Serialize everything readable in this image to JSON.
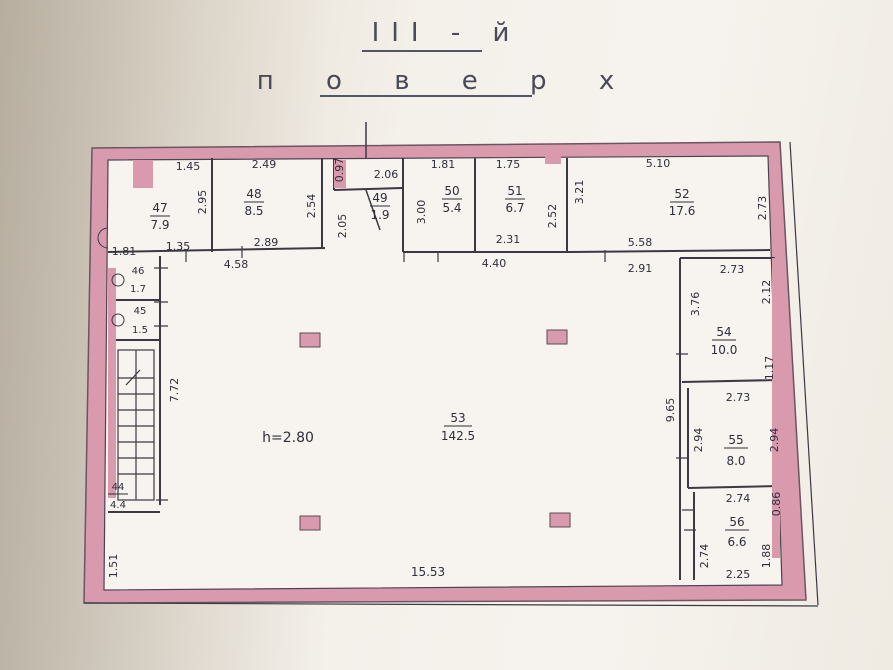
{
  "title": {
    "line1": "ІІІ - й",
    "line2": "п о в е р х"
  },
  "ceiling_height": "h=2.80",
  "rooms": [
    {
      "id": "room-47",
      "number": "47",
      "area": "7.9"
    },
    {
      "id": "room-48",
      "number": "48",
      "area": "8.5"
    },
    {
      "id": "room-49",
      "number": "49",
      "area": "1.9"
    },
    {
      "id": "room-50",
      "number": "50",
      "area": "5.4"
    },
    {
      "id": "room-51",
      "number": "51",
      "area": "6.7"
    },
    {
      "id": "room-52",
      "number": "52",
      "area": "17.6"
    },
    {
      "id": "room-53",
      "number": "53",
      "area": "142.5"
    },
    {
      "id": "room-54",
      "number": "54",
      "area": "10.0"
    },
    {
      "id": "room-55",
      "number": "55",
      "area": "8.0"
    },
    {
      "id": "room-56",
      "number": "56",
      "area": "6.6"
    },
    {
      "id": "room-46",
      "number": "46",
      "area": "1.7"
    },
    {
      "id": "room-45",
      "number": "45",
      "area": "1.5"
    },
    {
      "id": "room-44",
      "number": "44",
      "area": "4.4"
    }
  ],
  "dimensions": [
    "1.45",
    "2.49",
    "0.97",
    "2.06",
    "1.81",
    "1.75",
    "5.10",
    "2.95",
    "2.54",
    "3.00",
    "2.52",
    "3.21",
    "2.73",
    "2.05",
    "2.89",
    "2.31",
    "5.58",
    "1.81",
    "1.35",
    "4.58",
    "4.40",
    "2.91",
    "2.73",
    "3.76",
    "2.12",
    "1.17",
    "9.65",
    "2.73",
    "2.94",
    "2.94",
    "2.74",
    "0.86",
    "2.74",
    "1.88",
    "2.25",
    "7.72",
    "1.51",
    "15.53"
  ]
}
